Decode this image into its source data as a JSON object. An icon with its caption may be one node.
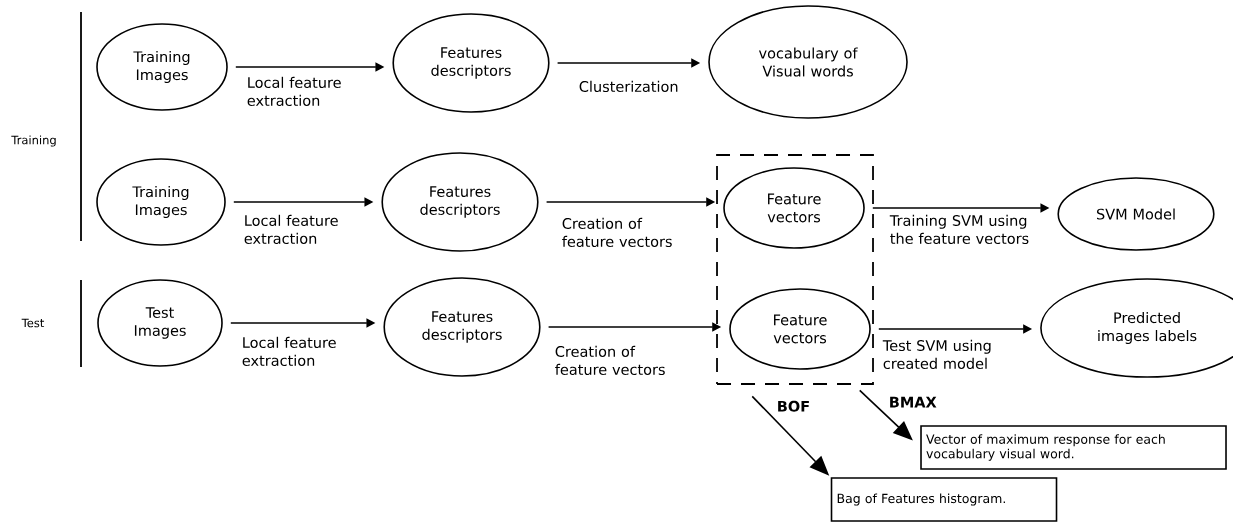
{
  "diagram": {
    "nodes": [
      {
        "text": [
          "Training Images"
        ]
      },
      {
        "text": [
          "Features descriptors"
        ]
      },
      {
        "text": [
          "vocabulary of Visual words"
        ]
      },
      {
        "text": [
          "Training Images"
        ]
      },
      {
        "text": [
          "Features descriptors"
        ]
      },
      {
        "text": [],
        "shape": "box"
      },
      {
        "text": [
          "Feature vectors"
        ],
        "in": 5
      },
      {
        "text": [
          "SVM Model"
        ]
      },
      {
        "text": [
          "Test Images"
        ]
      },
      {
        "text": [
          "Features descriptors"
        ]
      },
      {
        "text": [
          "Feature vectors"
        ],
        "in": 5
      },
      {
        "text": [
          "Predicted images labels"
        ]
      },
      {
        "text": [
          "Vector of maximum response for each vocabulary visual word."
        ]
      },
      {
        "text": [
          "Bag of Features histogram."
        ]
      }
    ],
    "edges": [
      {
        "from": 0,
        "to": 1,
        "arrow": "to",
        "label": "Local feature extraction"
      },
      {
        "from": 1,
        "to": 2,
        "arrow": "to",
        "label": "Clusterization"
      },
      {
        "from": 3,
        "to": 4,
        "arrow": "to",
        "label": "Local feature extraction"
      },
      {
        "from": 4,
        "to": 6,
        "arrow": "to",
        "label": "Creation of feature vectors"
      },
      {
        "from": 6,
        "to": 7,
        "arrow": "to",
        "label": "Training SVM using the feature vectors"
      },
      {
        "from": 8,
        "to": 9,
        "arrow": "to",
        "label": "Local feature extraction"
      },
      {
        "from": 9,
        "to": 10,
        "arrow": "to",
        "label": "Creation of feature vectors"
      },
      {
        "from": 10,
        "to": 11,
        "arrow": "to",
        "label": "Test SVM using created model"
      },
      {
        "from": 5,
        "to": 13,
        "arrow": "to",
        "label": "BOF"
      },
      {
        "from": 5,
        "to": 12,
        "arrow": "to",
        "label": "BMAX"
      }
    ],
    "labels": [
      "Training",
      "Test"
    ]
  }
}
